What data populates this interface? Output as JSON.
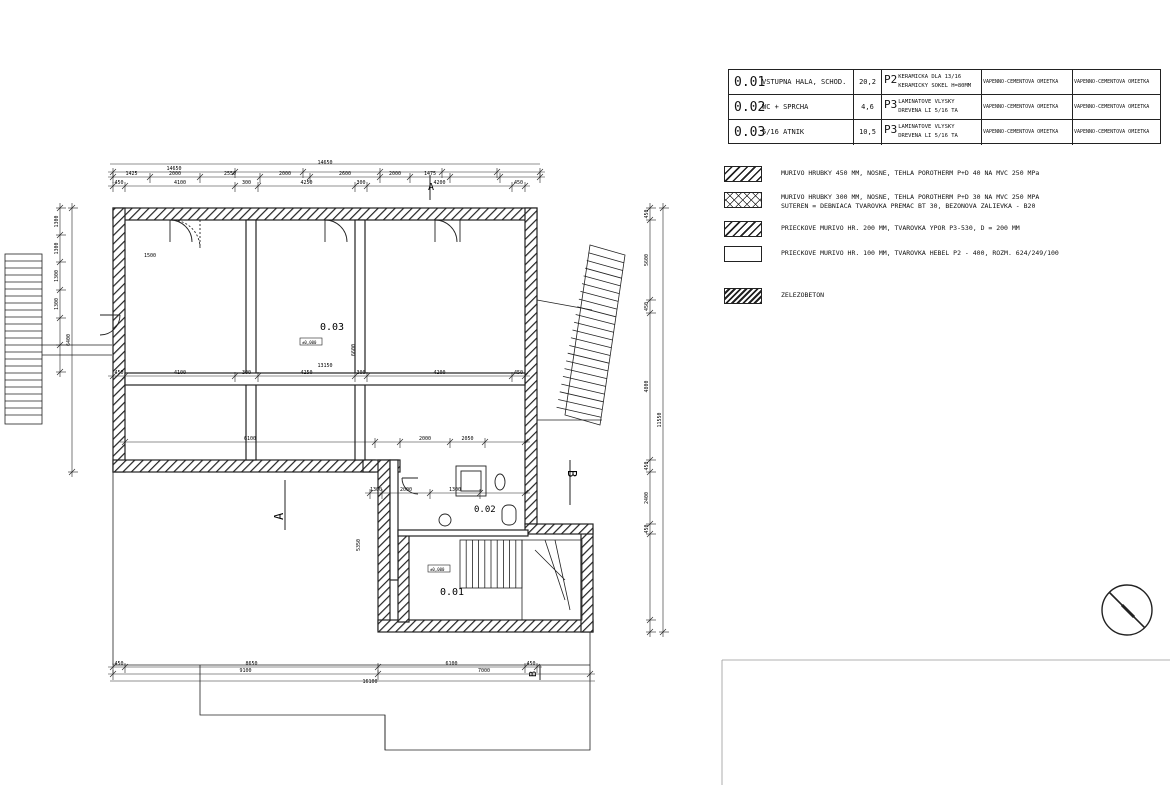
{
  "room_table": {
    "rows": [
      {
        "id": "0.01",
        "name": "VSTUPNA HALA, SCHOD.",
        "area": "20,2",
        "floor_code": "P2",
        "floor_l1": "KERAMICKA DLA 13/16",
        "floor_l2": "KERAMICKY SOKEL H=80MM",
        "wall": "VAPENNO-CEMENTOVA OMIETKA",
        "ceiling": "VAPENNO-CEMENTOVA OMIETKA"
      },
      {
        "id": "0.02",
        "name": "WC + SPRCHA",
        "area": "4,6",
        "floor_code": "P3",
        "floor_l1": "LAMINATOVE VLYSKY",
        "floor_l2": "DREVENA LI 5/16 TA",
        "wall": "VAPENNO-CEMENTOVA OMIETKA",
        "ceiling": "VAPENNO-CEMENTOVA OMIETKA"
      },
      {
        "id": "0.03",
        "name": "5/16 ATNIK",
        "area": "10,5",
        "floor_code": "P3",
        "floor_l1": "LAMINATOVE VLYSKY",
        "floor_l2": "DREVENA LI 5/16 TA",
        "wall": "VAPENNO-CEMENTOVA OMIETKA",
        "ceiling": "VAPENNO-CEMENTOVA OMIETKA"
      }
    ]
  },
  "legend": [
    {
      "pattern": "hatch",
      "line1": "MURIVO HRUBKY 450 MM, NOSNE, TEHLA POROTHERM P+D 40 NA MVC 250 MPa",
      "line2": ""
    },
    {
      "pattern": "cross",
      "line1": "MURIVO HRUBKY 300 MM, NOSNE, TEHLA POROTHERM P+D 30 NA MVC 250 MPA",
      "line2": "SUTEREN = DEBNIACA TVAROVKA PREMAC BT 30, BEZONOVA ZALIEVKA - B20"
    },
    {
      "pattern": "hatch",
      "line1": "PRIECKOVE MURIVO HR. 200 MM, TVAROVKA YPOR P3-530, D = 200 MM",
      "line2": ""
    },
    {
      "pattern": "empty",
      "line1": "PRIECKOVE MURIVO HR. 100 MM, TVAROVKA HEBEL P2 - 400, ROZM. 624/249/100",
      "line2": ""
    },
    {
      "pattern": "hatch-dense",
      "line1": "ZELEZOBETON",
      "line2": ""
    }
  ],
  "plan": {
    "room_labels": {
      "r003": "0.03",
      "r002": "0.02",
      "r001": "0.01"
    },
    "level_tags": {
      "r003": "±0,000",
      "r001": "±0,000"
    },
    "section_marks": {
      "a": "A",
      "b": "B"
    },
    "top_dims_row1": [
      "1425",
      "2000",
      "2550",
      "2000",
      "2600",
      "2000",
      "1475"
    ],
    "top_dims_row2": [
      "450",
      "4100",
      "300",
      "4250",
      "300",
      "4200",
      "450"
    ],
    "top_total": "14650",
    "inner_dims": [
      "450",
      "4100",
      "300",
      "4250",
      "300",
      "4200",
      "450"
    ],
    "inner_total": "13150",
    "mid_dims": {
      "d1": "6100",
      "d2": "2000",
      "d3": "2050"
    },
    "wc_dims": [
      "1300",
      "2000",
      "1300"
    ],
    "bottom_dims_row1": [
      "450",
      "8650",
      "6100",
      "450"
    ],
    "bottom_dims_row2": [
      "9100",
      "7000"
    ],
    "bottom_total": "16100",
    "right_dims": [
      "450",
      "5600",
      "450",
      "4800",
      "450",
      "2400",
      "450"
    ],
    "right_total": "11550",
    "left_dims": [
      "1300",
      "1300",
      "1300",
      "1300"
    ],
    "left_total": "6400",
    "center_vertical": "6600",
    "lower_vertical": "5350",
    "stair_dim": "1500"
  }
}
